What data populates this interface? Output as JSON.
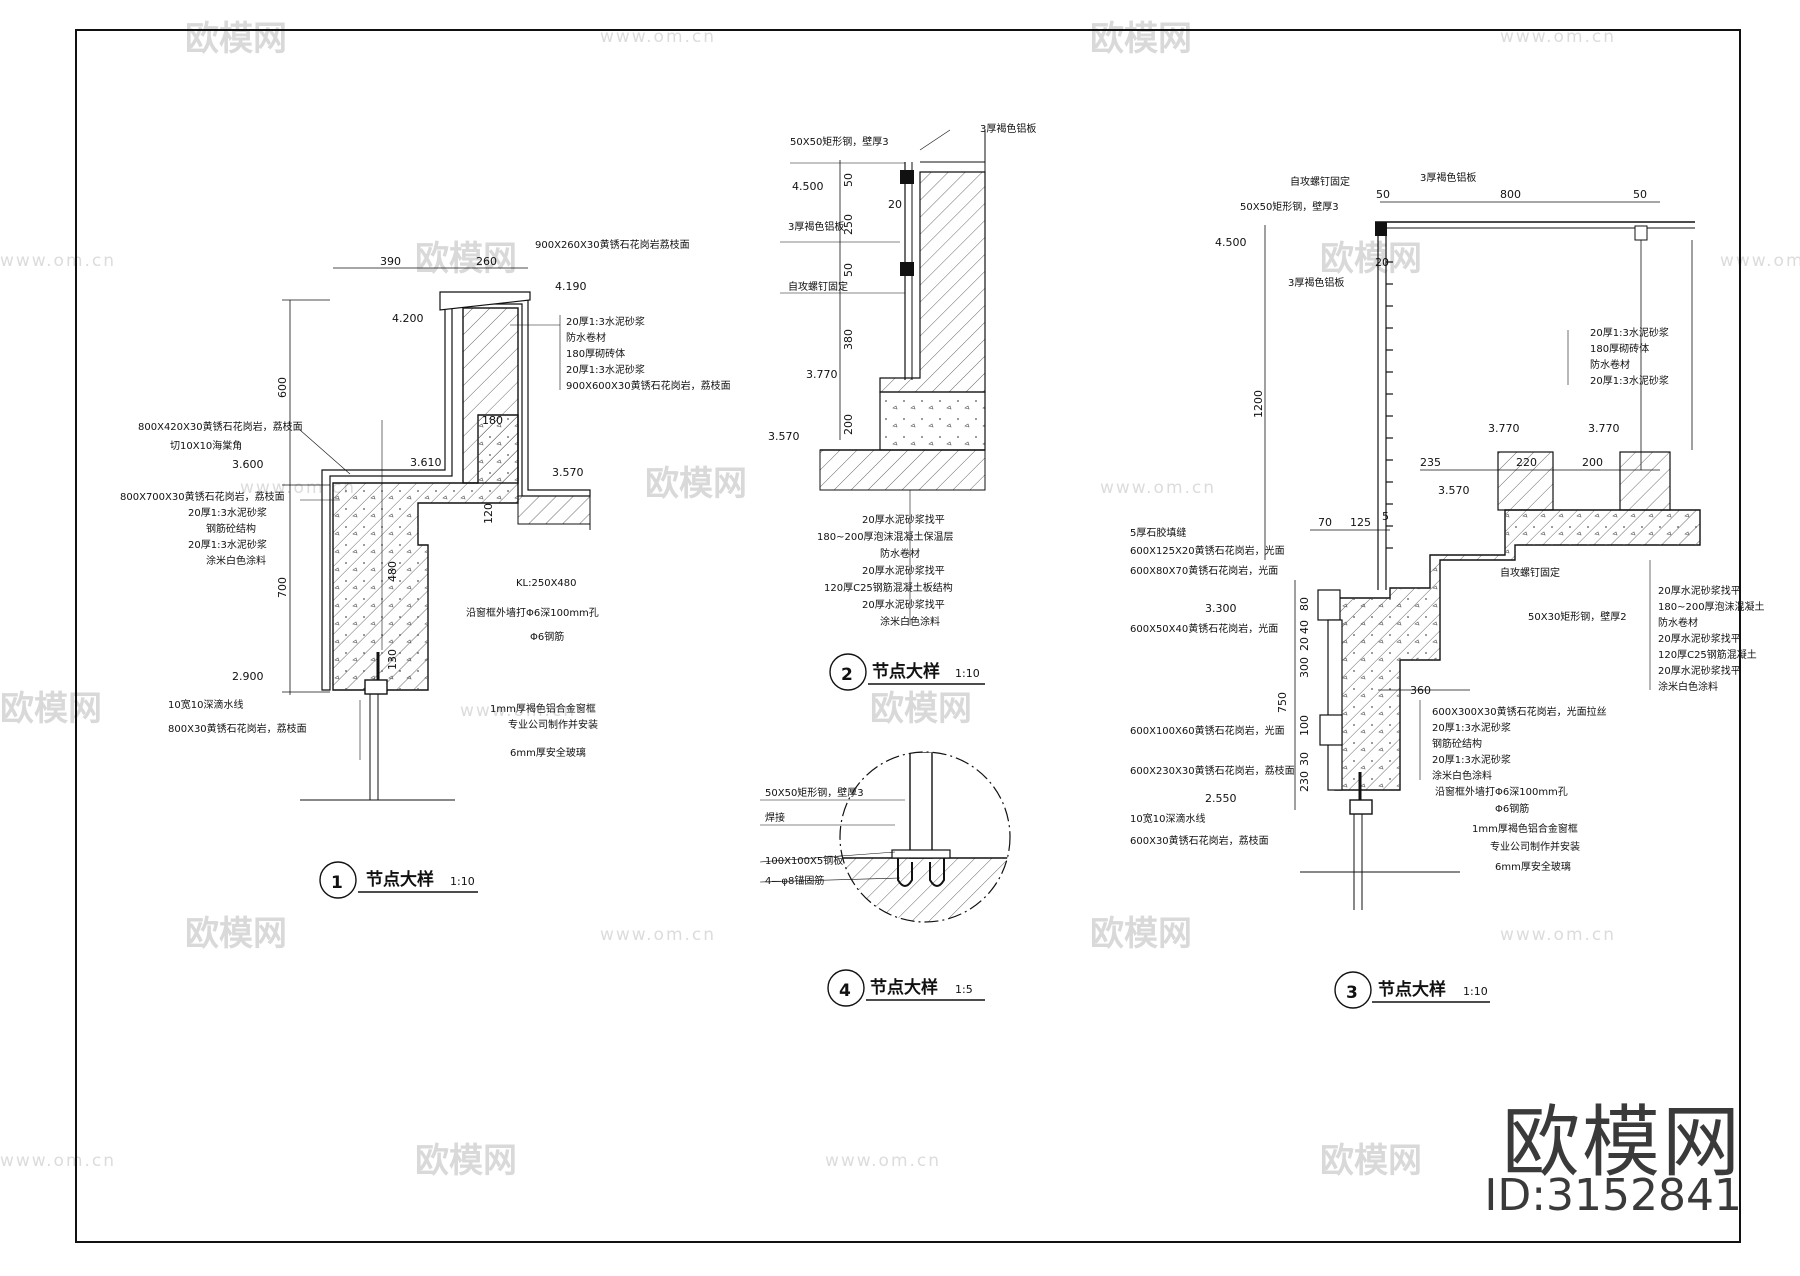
{
  "watermark": {
    "brand": "欧模网",
    "url": "www.om.cn"
  },
  "brand": {
    "name": "欧模网",
    "id": "ID:3152841"
  },
  "detail1": {
    "num": "1",
    "title": "节点大样",
    "scale": "1:10",
    "labels": [
      "900X260X30黄锈石花岗岩荔枝面",
      "20厚1:3水泥砂浆",
      "防水卷材",
      "180厚砌砖体",
      "20厚1:3水泥砂浆",
      "900X600X30黄锈石花岗岩，荔枝面",
      "800X420X30黄锈石花岗岩，荔枝面",
      "切10X10海棠角",
      "800X700X30黄锈石花岗岩，荔枝面",
      "20厚1:3水泥砂浆",
      "钢筋砼结构",
      "20厚1:3水泥砂浆",
      "涂米白色涂料",
      "KL:250X480",
      "沿窗框外墙打Φ6深100mm孔",
      "Φ6钢筋",
      "10宽10深滴水线",
      "800X30黄锈石花岗岩，荔枝面",
      "1mm厚褐色铝合金窗框",
      "专业公司制作并安装",
      "6mm厚安全玻璃"
    ],
    "elev": [
      "4.200",
      "4.190",
      "3.600",
      "3.610",
      "3.570",
      "2.900"
    ],
    "dims": [
      "390",
      "260",
      "600",
      "180",
      "120",
      "480",
      "700",
      "130"
    ]
  },
  "detail2": {
    "num": "2",
    "title": "节点大样",
    "scale": "1:10",
    "labels": [
      "50X50矩形钢，壁厚3",
      "3厚褐色铝板",
      "3厚褐色铝板",
      "自攻螺钉固定",
      "20厚水泥砂浆找平",
      "180~200厚泡沫混凝土保温层",
      "防水卷材",
      "20厚水泥砂浆找平",
      "120厚C25钢筋混凝土板结构",
      "20厚水泥砂浆找平",
      "涂米白色涂料"
    ],
    "elev": [
      "4.500",
      "3.770",
      "3.570"
    ],
    "dims": [
      "50",
      "250",
      "20",
      "50",
      "380",
      "200"
    ]
  },
  "detail3": {
    "num": "3",
    "title": "节点大样",
    "scale": "1:10",
    "labels": [
      "自攻螺钉固定",
      "3厚褐色铝板",
      "50X50矩形钢，壁厚3",
      "3厚褐色铝板",
      "20厚1:3水泥砂浆",
      "180厚砌砖体",
      "防水卷材",
      "20厚1:3水泥砂浆",
      "5厚石胶填缝",
      "600X125X20黄锈石花岗岩，光面",
      "600X80X70黄锈石花岗岩，光面",
      "自攻螺钉固定",
      "50X30矩形钢，壁厚2",
      "600X50X40黄锈石花岗岩，光面",
      "600X300X30黄锈石花岗岩，光面拉丝",
      "20厚1:3水泥砂浆",
      "钢筋砼结构",
      "20厚1:3水泥砂浆",
      "涂米白色涂料",
      "600X100X60黄锈石花岗岩，光面",
      "600X230X30黄锈石花岗岩，荔枝面",
      "沿窗框外墙打Φ6深100mm孔",
      "Φ6钢筋",
      "1mm厚褐色铝合金窗框",
      "专业公司制作并安装",
      "6mm厚安全玻璃",
      "10宽10深滴水线",
      "600X30黄锈石花岗岩，荔枝面",
      "20厚水泥砂浆找平",
      "180~200厚泡沫混凝土",
      "防水卷材",
      "20厚水泥砂浆找平",
      "120厚C25钢筋混凝土",
      "20厚水泥砂浆找平",
      "涂米白色涂料"
    ],
    "elev": [
      "4.500",
      "3.770",
      "3.770",
      "3.570",
      "3.300",
      "2.550"
    ],
    "dims": [
      "50",
      "800",
      "50",
      "20",
      "1200",
      "235",
      "220",
      "200",
      "70",
      "125",
      "5",
      "80",
      "40",
      "20",
      "300",
      "750",
      "100",
      "30",
      "230",
      "360"
    ]
  },
  "detail4": {
    "num": "4",
    "title": "节点大样",
    "scale": "1:5",
    "labels": [
      "50X50矩形钢，壁厚3",
      "焊接",
      "100X100X5钢板",
      "4—φ8锚固筋"
    ]
  }
}
